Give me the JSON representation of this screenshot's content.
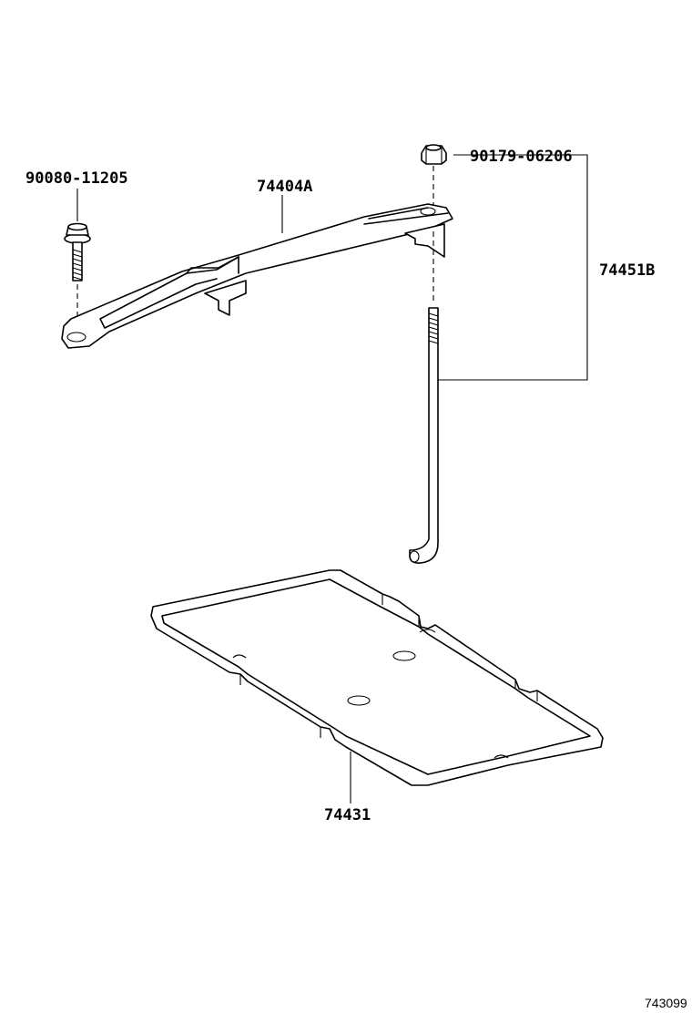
{
  "labels": {
    "bolt": "90080-11205",
    "clamp": "74404A",
    "nut": "90179-06206",
    "rod_set": "74451B",
    "tray": "74431",
    "figure_id": "743099"
  }
}
